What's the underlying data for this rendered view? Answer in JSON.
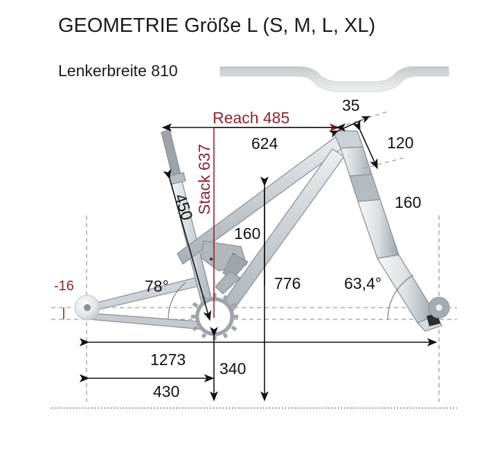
{
  "header": {
    "title": "GEOMETRIE Größe L (S, M, L, XL)",
    "handlebar_label": "Lenkerbreite 810"
  },
  "colors": {
    "accent_red": "#8c2432",
    "dim_black": "#111111",
    "frame_light": "#d7dadd",
    "frame_mid": "#b9bfc4",
    "frame_dark": "#9aa0a5",
    "background": "#ffffff"
  },
  "chart_data": {
    "type": "diagram",
    "title": "GEOMETRIE Größe L (S, M, L, XL)",
    "subject": "bicycle-frame-geometry",
    "size": "L",
    "available_sizes": [
      "S",
      "M",
      "L",
      "XL"
    ],
    "measurements": [
      {
        "key": "handlebar_width",
        "label": "Lenkerbreite 810",
        "value": 810,
        "unit": "mm"
      },
      {
        "key": "reach",
        "label": "Reach 485",
        "value": 485,
        "unit": "mm",
        "color": "#8c2432"
      },
      {
        "key": "stack",
        "label": "Stack 637",
        "value": 637,
        "unit": "mm",
        "color": "#8c2432"
      },
      {
        "key": "bb_drop",
        "label": "-16",
        "value": -16,
        "unit": "mm",
        "color": "#8c2432"
      },
      {
        "key": "top_tube",
        "label": "624",
        "value": 624,
        "unit": "mm"
      },
      {
        "key": "spacer",
        "label": "35",
        "value": 35,
        "unit": "mm"
      },
      {
        "key": "head_tube",
        "label": "120",
        "value": 120,
        "unit": "mm"
      },
      {
        "key": "fork_travel",
        "label": "160",
        "value": 160,
        "unit": "mm"
      },
      {
        "key": "rear_travel",
        "label": "160",
        "value": 160,
        "unit": "mm"
      },
      {
        "key": "seat_tube",
        "label": "450",
        "value": 450,
        "unit": "mm"
      },
      {
        "key": "seat_angle",
        "label": "78°",
        "value": 78,
        "unit": "deg"
      },
      {
        "key": "head_angle",
        "label": "63,4°",
        "value": 63.4,
        "unit": "deg"
      },
      {
        "key": "standover_or_front_center",
        "label": "776",
        "value": 776,
        "unit": "mm"
      },
      {
        "key": "wheelbase",
        "label": "1273",
        "value": 1273,
        "unit": "mm"
      },
      {
        "key": "chainstay",
        "label": "430",
        "value": 430,
        "unit": "mm"
      },
      {
        "key": "bb_height",
        "label": "340",
        "value": 340,
        "unit": "mm"
      }
    ]
  },
  "labels": {
    "reach": "Reach 485",
    "stack": "Stack 637",
    "bb_drop": "-16",
    "top_tube": "624",
    "spacer": "35",
    "head_tube": "120",
    "fork_travel": "160",
    "rear_travel": "160",
    "seat_tube": "450",
    "seat_angle": "78°",
    "head_angle": "63,4°",
    "front_center": "776",
    "wheelbase": "1273",
    "chainstay": "430",
    "bb_height": "340"
  }
}
